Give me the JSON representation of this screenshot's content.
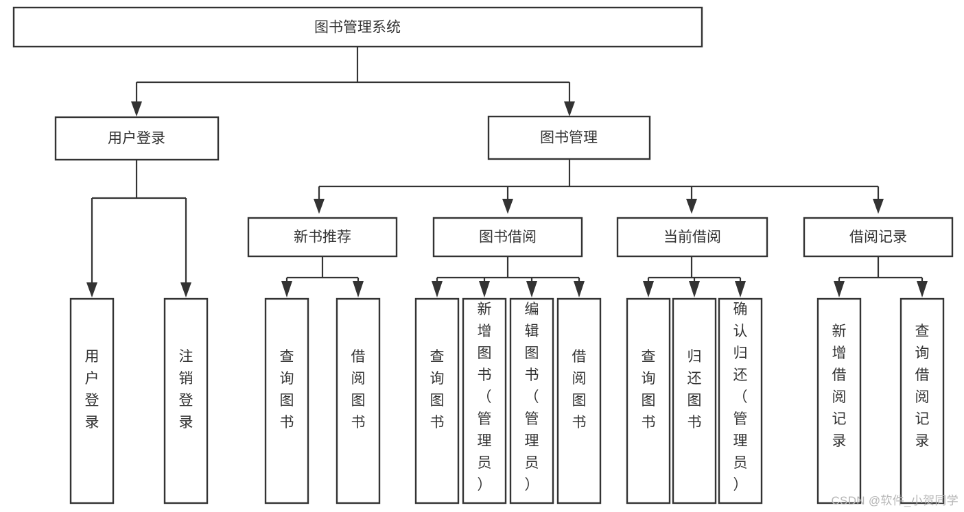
{
  "diagram": {
    "type": "tree-hierarchy",
    "title": "图书管理系统",
    "watermark": "CSDN @软件_小贺同学",
    "colors": {
      "stroke": "#333333",
      "fill": "#ffffff",
      "background": "#ffffff",
      "watermark": "#b6b6b6"
    },
    "levels": {
      "level1": [
        {
          "id": "root",
          "label": "图书管理系统",
          "orientation": "horizontal"
        }
      ],
      "level2": [
        {
          "id": "user-login",
          "label": "用户登录",
          "orientation": "horizontal"
        },
        {
          "id": "book-manage",
          "label": "图书管理",
          "orientation": "horizontal"
        }
      ],
      "level3": [
        {
          "id": "new-book-recommend",
          "label": "新书推荐",
          "orientation": "horizontal",
          "parent": "book-manage"
        },
        {
          "id": "book-borrow",
          "label": "图书借阅",
          "orientation": "horizontal",
          "parent": "book-manage"
        },
        {
          "id": "current-borrow",
          "label": "当前借阅",
          "orientation": "horizontal",
          "parent": "book-manage"
        },
        {
          "id": "borrow-record",
          "label": "借阅记录",
          "orientation": "horizontal",
          "parent": "book-manage"
        }
      ],
      "level4": [
        {
          "id": "leaf-user-login",
          "label": "用户登录",
          "orientation": "vertical",
          "parent": "user-login"
        },
        {
          "id": "leaf-user-logout",
          "label": "注销登录",
          "orientation": "vertical",
          "parent": "user-login"
        },
        {
          "id": "leaf-query-book-1",
          "label": "查询图书",
          "orientation": "vertical",
          "parent": "new-book-recommend"
        },
        {
          "id": "leaf-borrow-book-1",
          "label": "借阅图书",
          "orientation": "vertical",
          "parent": "new-book-recommend"
        },
        {
          "id": "leaf-query-book-2",
          "label": "查询图书",
          "orientation": "vertical",
          "parent": "book-borrow"
        },
        {
          "id": "leaf-add-book",
          "label": "新增图书（管理员）",
          "orientation": "vertical",
          "parent": "book-borrow"
        },
        {
          "id": "leaf-edit-book",
          "label": "编辑图书（管理员）",
          "orientation": "vertical",
          "parent": "book-borrow"
        },
        {
          "id": "leaf-borrow-book-2",
          "label": "借阅图书",
          "orientation": "vertical",
          "parent": "book-borrow"
        },
        {
          "id": "leaf-query-book-3",
          "label": "查询图书",
          "orientation": "vertical",
          "parent": "current-borrow"
        },
        {
          "id": "leaf-return-book",
          "label": "归还图书",
          "orientation": "vertical",
          "parent": "current-borrow"
        },
        {
          "id": "leaf-confirm-return",
          "label": "确认归还（管理员）",
          "orientation": "vertical",
          "parent": "current-borrow"
        },
        {
          "id": "leaf-add-record",
          "label": "新增借阅记录",
          "orientation": "vertical",
          "parent": "borrow-record"
        },
        {
          "id": "leaf-query-record",
          "label": "查询借阅记录",
          "orientation": "vertical",
          "parent": "borrow-record"
        }
      ]
    }
  }
}
